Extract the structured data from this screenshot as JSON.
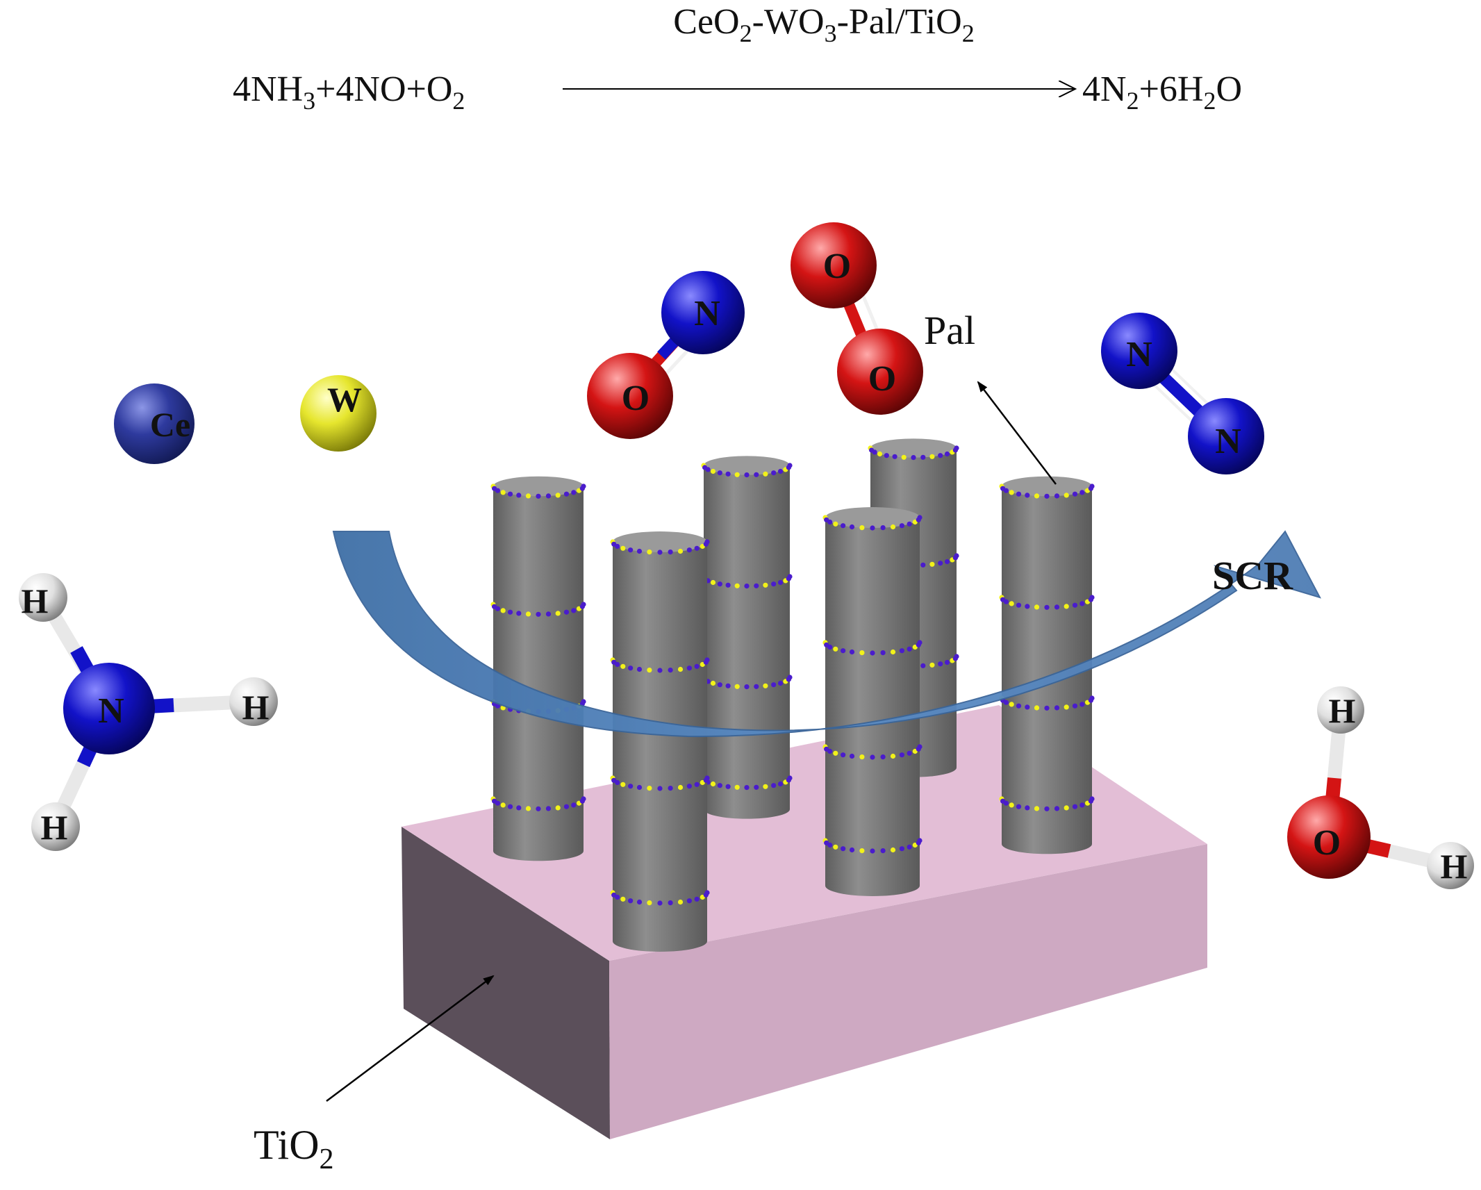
{
  "equation": {
    "catalyst": {
      "a": "CeO",
      "a_sub": "2",
      "b": "-WO",
      "b_sub": "3",
      "c": "-Pal/TiO",
      "c_sub": "2"
    },
    "reactants": {
      "t1": "4NH",
      "s1": "3",
      "t2": "+4NO+O",
      "s2": "2"
    },
    "products": {
      "t1": "4N",
      "s1": "2",
      "t2": "+6H",
      "s2": "2",
      "t3": "O"
    }
  },
  "labels": {
    "pal": "Pal",
    "scr": "SCR",
    "tio2_text": "TiO",
    "tio2_sub": "2"
  },
  "atoms": {
    "ce": "Ce",
    "w": "W",
    "no_n": "N",
    "no_o": "O",
    "o2_top": "O",
    "o2_bottom": "O",
    "n2_top": "N",
    "n2_bottom": "N",
    "nh3_n": "N",
    "nh3_h_top": "H",
    "nh3_h_right": "H",
    "nh3_h_bottom": "H",
    "h2o_h_top": "H",
    "h2o_o": "O",
    "h2o_h_right": "H"
  },
  "colors": {
    "cerium": "#2e3a9e",
    "tungsten": "#e6e62e",
    "nitrogen": "#1212c8",
    "oxygen": "#d41414",
    "hydrogen": "#e8e8e8",
    "pillar": "#7d7d7d",
    "substrate_top": "#e3bed6",
    "substrate_front": "#cea9c2",
    "substrate_side": "#5b4f5a",
    "arrow": "#4f7db4",
    "dot_purple": "#4a1ccc",
    "dot_yellow": "#f2f21a"
  }
}
